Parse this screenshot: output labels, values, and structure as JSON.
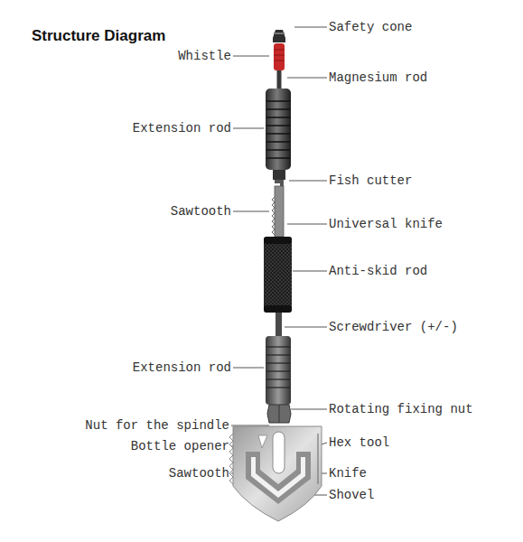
{
  "diagram": {
    "title": "Structure Diagram",
    "labels": [
      "Safety cone",
      "Whistle",
      "Magnesium rod",
      "Extension rod",
      "Fish cutter",
      "Sawtooth",
      "Universal knife",
      "Anti-skid rod",
      "Screwdriver (+/-)",
      "Extension rod",
      "Rotating fixing nut",
      "Nut for the spindle",
      "Bottle opener",
      "Hex tool",
      "Sawtooth",
      "Knife",
      "Shovel"
    ]
  }
}
